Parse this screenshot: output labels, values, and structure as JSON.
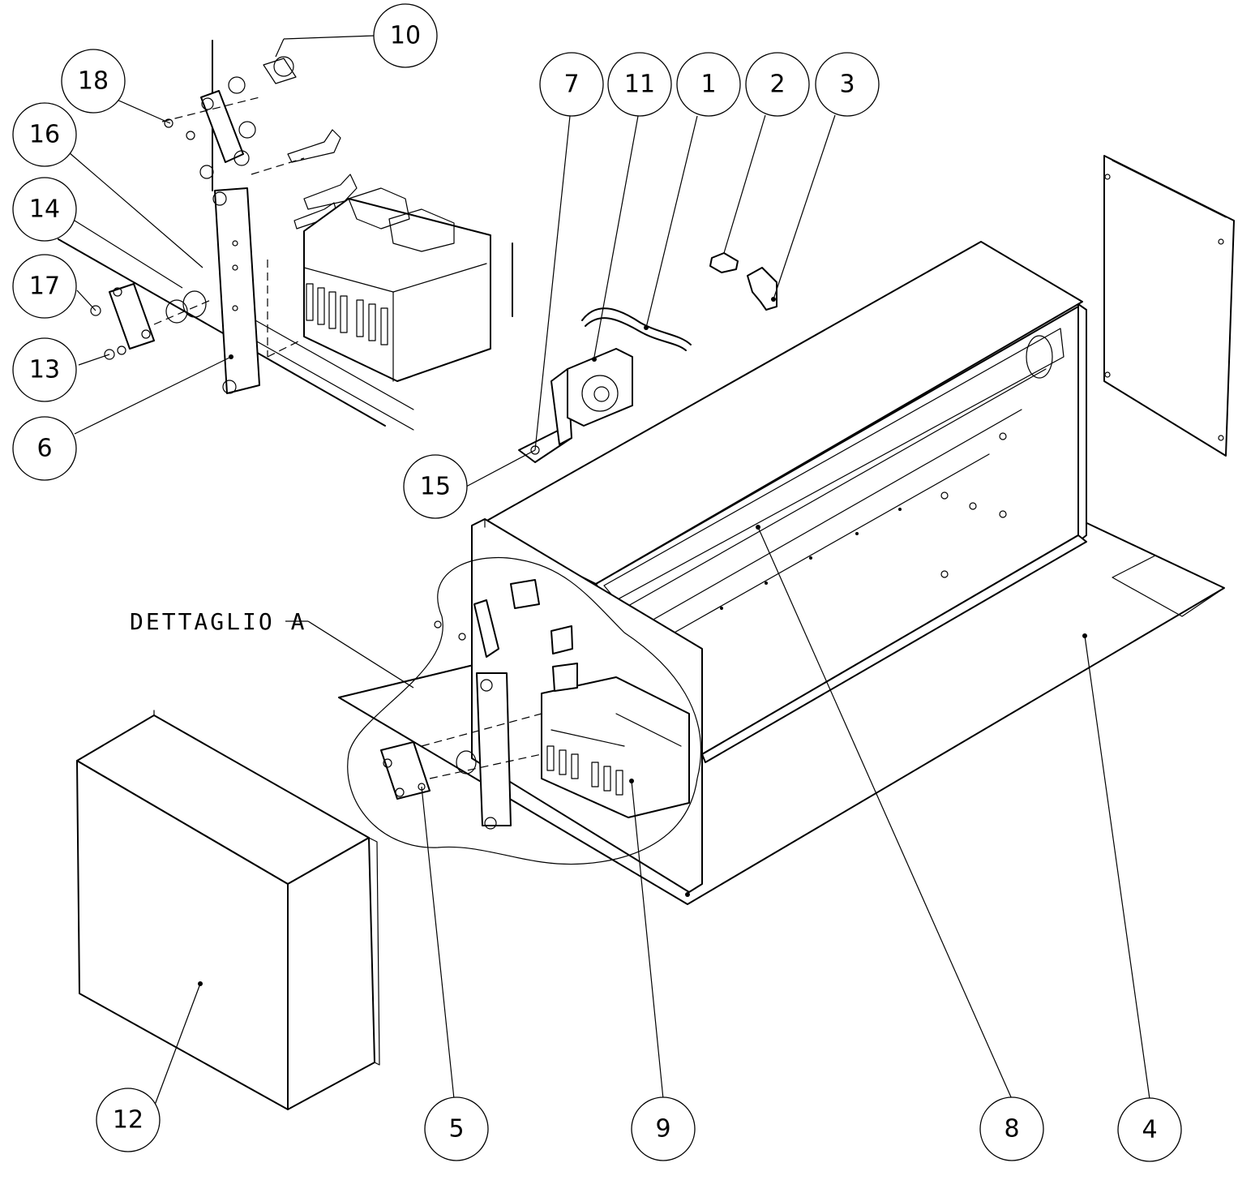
{
  "detail_label": "DETTAGLIO A",
  "balloons": [
    {
      "id": "b1",
      "label": "1"
    },
    {
      "id": "b2",
      "label": "2"
    },
    {
      "id": "b3",
      "label": "3"
    },
    {
      "id": "b4",
      "label": "4"
    },
    {
      "id": "b5",
      "label": "5"
    },
    {
      "id": "b6",
      "label": "6"
    },
    {
      "id": "b7",
      "label": "7"
    },
    {
      "id": "b8",
      "label": "8"
    },
    {
      "id": "b9",
      "label": "9"
    },
    {
      "id": "b10",
      "label": "10"
    },
    {
      "id": "b11",
      "label": "11"
    },
    {
      "id": "b12",
      "label": "12"
    },
    {
      "id": "b13",
      "label": "13"
    },
    {
      "id": "b14",
      "label": "14"
    },
    {
      "id": "b15",
      "label": "15"
    },
    {
      "id": "b16",
      "label": "16"
    },
    {
      "id": "b17",
      "label": "17"
    },
    {
      "id": "b18",
      "label": "18"
    }
  ]
}
